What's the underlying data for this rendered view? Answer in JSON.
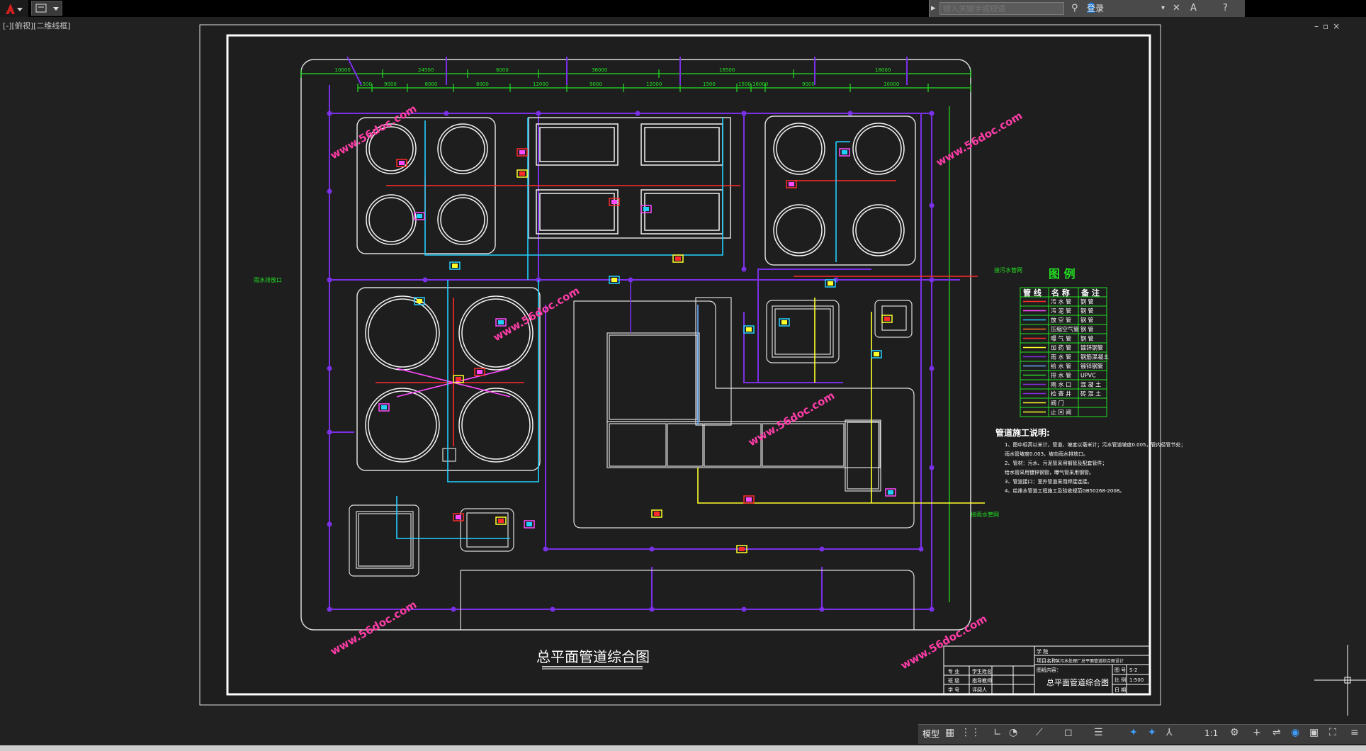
{
  "app": {
    "search_placeholder": "键入关键字或短语",
    "login_label": "登录"
  },
  "viewport": {
    "label": "[-][俯视][二维线框]"
  },
  "drawing": {
    "title": "总平面管道综合图",
    "watermark": "www.56doc.com",
    "legend_title": "图  例",
    "legend_headers": [
      "管 线",
      "名 称",
      "备 注"
    ],
    "legend_rows": [
      {
        "color": "#ff2a2a",
        "name": "污 水 管",
        "note": "钢  管"
      },
      {
        "color": "#ff4aff",
        "name": "污 泥 管",
        "note": "钢  管"
      },
      {
        "color": "#22d0ff",
        "name": "放 空 管",
        "note": "钢  管"
      },
      {
        "color": "#ff7a1a",
        "name": "压缩空气管",
        "note": "钢  管"
      },
      {
        "color": "#ff2a2a",
        "name": "曝 气 管",
        "note": "钢  管"
      },
      {
        "color": "#ffff2a",
        "name": "加 药 管",
        "note": "镀锌钢管"
      },
      {
        "color": "#8a2be2",
        "name": "雨 水 管",
        "note": "钢筋混凝土"
      },
      {
        "color": "#66aaff",
        "name": "给 水 管",
        "note": "镀锌钢管"
      },
      {
        "color": "#2ad22a",
        "name": "排 水 管",
        "note": "UPVC"
      },
      {
        "color": "#8a2be2",
        "name": "雨 水 口",
        "note": "混 凝 土"
      },
      {
        "color": "#8a2be2",
        "name": "检 查 井",
        "note": "砖 混 土"
      },
      {
        "color": "#ffff2a",
        "name": "阀  门",
        "note": ""
      },
      {
        "color": "#ffff2a",
        "name": "止 回 阀",
        "note": ""
      }
    ],
    "notes_title": "管道施工说明:",
    "notes": [
      "1、图中标高以米计，管道、坡度以毫米计；污水管道坡度0.005，管内径管节处；",
      "   雨水管坡度0.003，坡向雨水排放口。",
      "2、管材：污水、污泥管采用钢管及配套管件；",
      "   给水管采用镀锌钢管，曝气管采用钢管。",
      "3、管道接口：室外管道采用焊接连接。",
      "4、给排水管道工程施工及验收规范GB50268-2008。"
    ],
    "pipe_labels": {
      "left_outlet": "雨水排放口",
      "right_outlet_1": "接污水管网",
      "right_outlet_2": "接雨水管网"
    },
    "dims_top": [
      "10000",
      "24500",
      "6000",
      "36000",
      "16500",
      "18000"
    ],
    "dims_second": [
      "1500",
      "9000",
      "8000",
      "8000",
      "12000",
      "9000",
      "12000",
      "1500",
      "1500",
      "16000",
      "9000",
      "10000"
    ],
    "title_block": {
      "school": "学  院",
      "project_label": "项目名称",
      "project_name": "某污水处理厂总平面管道综合图设计",
      "drawing_content_label": "图纸内容：",
      "drawing_name": "总平面管道综合图",
      "no_label": "图 号",
      "no_value": "S-2",
      "scale_label": "比 例",
      "scale_value": "1:500",
      "date_label": "日 期",
      "rows": [
        {
          "a": "专 业",
          "b": "学生姓名"
        },
        {
          "a": "班 级",
          "b": "指导教师"
        },
        {
          "a": "学 号",
          "b": "评阅人"
        }
      ]
    }
  },
  "status": {
    "model_tab": "模型",
    "annotation_scale": "1:1"
  }
}
